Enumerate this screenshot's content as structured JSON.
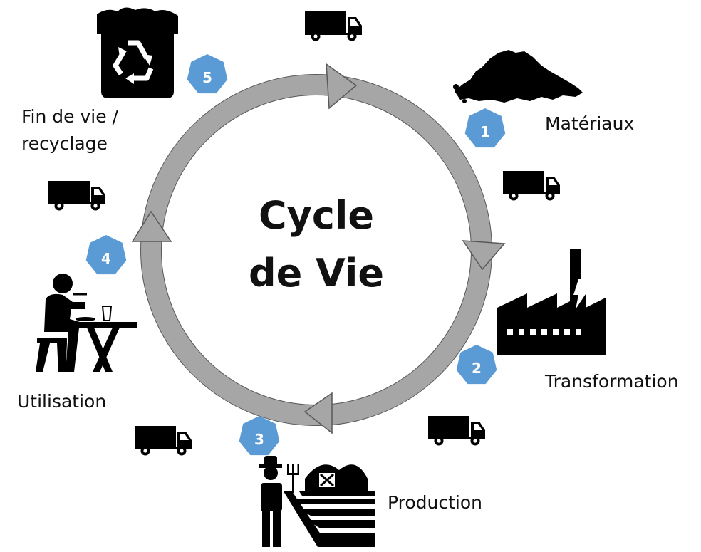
{
  "title": {
    "line1": "Cycle",
    "line2": "de Vie"
  },
  "stages": [
    {
      "number": "1",
      "label": "Matériaux",
      "icon": "material-pile-icon"
    },
    {
      "number": "2",
      "label": "Transformation",
      "icon": "factory-icon"
    },
    {
      "number": "3",
      "label": "Production",
      "icon": "farmer-barn-icon"
    },
    {
      "number": "4",
      "label": "Utilisation",
      "icon": "person-eating-icon"
    },
    {
      "number": "5",
      "label_line1": "Fin de vie /",
      "label_line2": "recyclage",
      "icon": "recycle-bin-icon"
    }
  ],
  "colors": {
    "badge": "#5b9bd5",
    "ring": "#a6a6a6",
    "ring_outline": "#595959",
    "icon": "#000000"
  },
  "transport_icon": "truck-icon"
}
